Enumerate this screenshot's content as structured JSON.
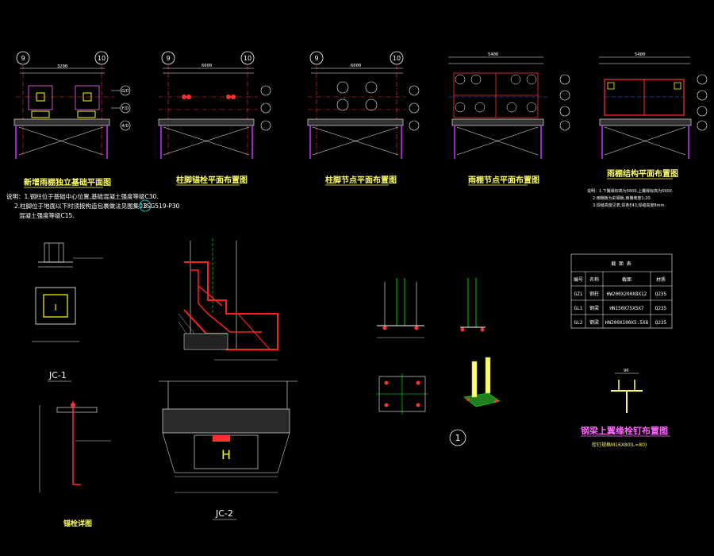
{
  "plans": [
    {
      "title": "新增雨棚独立基础平面图",
      "axis_left": "9",
      "axis_right": "10",
      "top_dim": "3200"
    },
    {
      "title": "柱脚锚栓平面布置图",
      "axis_left": "9",
      "axis_right": "10",
      "top_dim": "6000"
    },
    {
      "title": "柱脚节点平面布置图",
      "axis_left": "9",
      "axis_right": "10",
      "top_dim": "6000"
    },
    {
      "title": "雨棚节点平面布置图",
      "top_dim": "5400"
    },
    {
      "title": "雨棚结构平面布置图",
      "top_dim": "5400"
    }
  ],
  "row_axes": [
    "G/D",
    "F/D",
    "4/D"
  ],
  "notes_left": {
    "line1": "说明：1.钢柱位于基础中心位置,基础混凝土强度等级C30.",
    "line2": "2.柱脚位于地面以下时须按构造包裹做法见图集01SG519-P30",
    "line2_ref": "3",
    "line3": "混凝土强度等级C15."
  },
  "notes_right": {
    "line1": "说明：1.下翼缘标高为5600,上翼缘标高为5900.",
    "line2": "2.雨棚板为彩钢板,雨棚坡度1:20.",
    "line3": "3.焊缝高度见表,焊条E43,焊缝高度8mm."
  },
  "details": {
    "jc1": "JC-1",
    "jc2": "JC-2",
    "anchor": "锚栓详图",
    "detail_ref": "1",
    "jc1_letter": "I",
    "jc2_letter": "H"
  },
  "table": {
    "title": "截 面 表",
    "headers": [
      "编号",
      "名称",
      "截面",
      "材质"
    ],
    "rows": [
      [
        "GZ1",
        "钢柱",
        "HW200X200X8X12",
        "Q235"
      ],
      [
        "GL1",
        "钢梁",
        "HN150X75X5X7",
        "Q235"
      ],
      [
        "GL2",
        "钢梁",
        "HN200X100X5.5X8",
        "Q235"
      ]
    ]
  },
  "stud": {
    "title": "钢梁上翼缘栓钉布置图",
    "subtitle": "栓钉规格M16X80(L=80)",
    "dim": "90"
  },
  "colors": {
    "background": "#000000",
    "title_yellow": "#ffff66",
    "title_magenta": "#ff66ff",
    "steel_red": "#ff2020",
    "axis_green": "#00ff00",
    "wall_magenta": "#cc33ff"
  }
}
